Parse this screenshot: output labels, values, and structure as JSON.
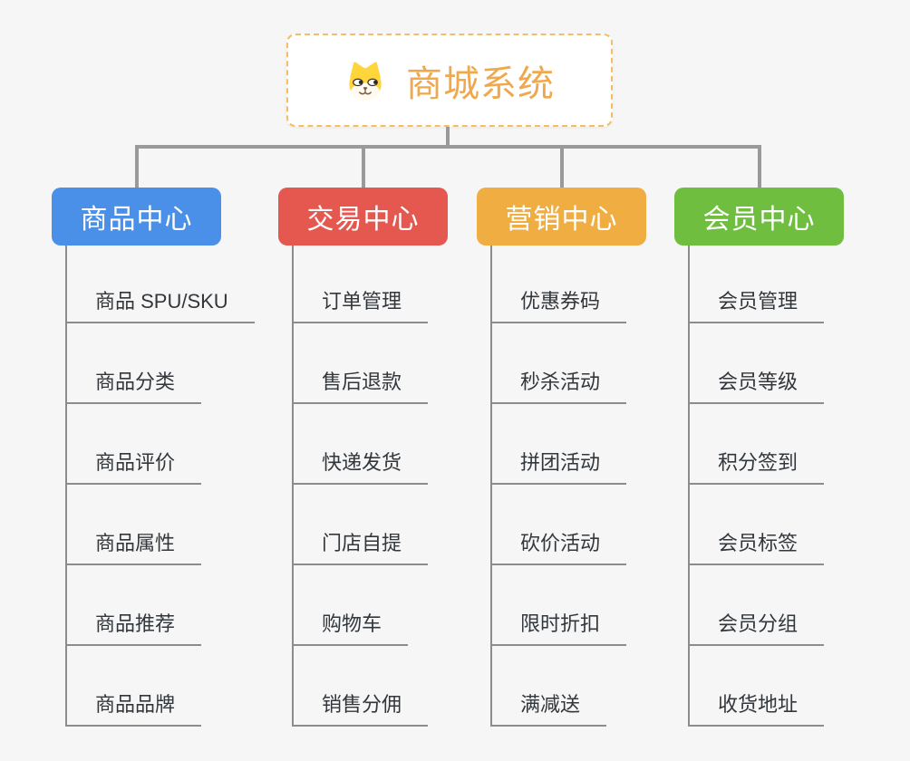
{
  "canvas": {
    "background": "#f6f6f6"
  },
  "root": {
    "title": "商城系统",
    "icon": "dog-face-icon",
    "text_color": "#F0A84E",
    "border_color": "#F2BE6B",
    "background": "#ffffff"
  },
  "connector_color": "#9A9A9A",
  "child_line_color": "#8C8C8C",
  "branches": [
    {
      "label": "商品中心",
      "color": "#4A90E8",
      "items": [
        "商品 SPU/SKU",
        "商品分类",
        "商品评价",
        "商品属性",
        "商品推荐",
        "商品品牌"
      ]
    },
    {
      "label": "交易中心",
      "color": "#E4584F",
      "items": [
        "订单管理",
        "售后退款",
        "快递发货",
        "门店自提",
        "购物车",
        "销售分佣"
      ]
    },
    {
      "label": "营销中心",
      "color": "#EFAD42",
      "items": [
        "优惠券码",
        "秒杀活动",
        "拼团活动",
        "砍价活动",
        "限时折扣",
        "满减送"
      ]
    },
    {
      "label": "会员中心",
      "color": "#6FBE40",
      "items": [
        "会员管理",
        "会员等级",
        "积分签到",
        "会员标签",
        "会员分组",
        "收货地址"
      ]
    }
  ]
}
